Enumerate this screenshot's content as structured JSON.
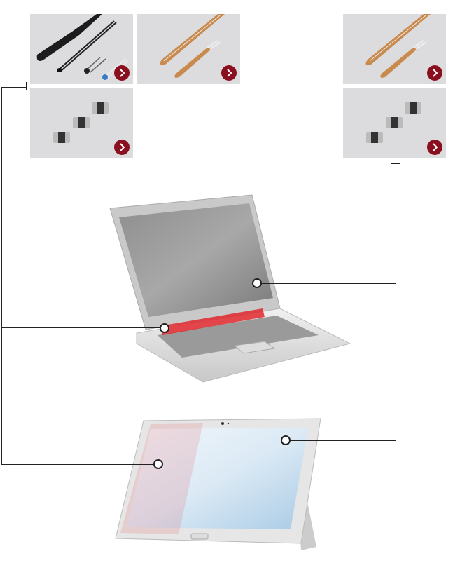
{
  "colors": {
    "tile_bg": "#dcdcde",
    "arrow_button": "#8a0f1f",
    "highlight": "#e0282e",
    "connector": "#222222"
  },
  "tiles": [
    {
      "id": "probe-thermistors",
      "image": "leaded-thermistor-probes",
      "button_icon": "chevron-right-icon"
    },
    {
      "id": "film-sensors-a",
      "image": "flexible-film-thermistors",
      "button_icon": "chevron-right-icon"
    },
    {
      "id": "film-sensors-b",
      "image": "flexible-film-thermistors",
      "button_icon": "chevron-right-icon"
    },
    {
      "id": "chip-thermistors-a",
      "image": "smd-chip-thermistors",
      "button_icon": "chevron-right-icon"
    },
    {
      "id": "chip-thermistors-b",
      "image": "smd-chip-thermistors",
      "button_icon": "chevron-right-icon"
    }
  ],
  "devices": [
    {
      "id": "laptop",
      "hotspots": [
        "hinge-battery-area",
        "display-panel"
      ]
    },
    {
      "id": "tablet",
      "hotspots": [
        "display-edge-area",
        "display-panel"
      ]
    }
  ]
}
